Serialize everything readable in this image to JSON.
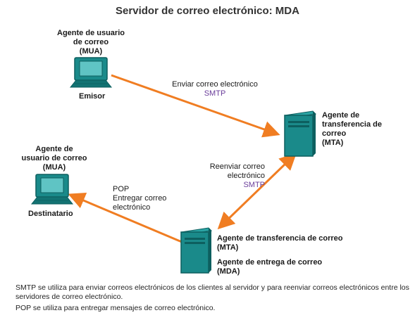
{
  "title": "Servidor de correo electrónico: MDA",
  "nodes": {
    "sender": {
      "label_lines": [
        "Agente de usuario",
        "de correo",
        "(MUA)"
      ],
      "caption": "Emisor",
      "icon": "computer-icon"
    },
    "receiver": {
      "label_lines": [
        "Agente de",
        "usuario de correo",
        "(MUA)"
      ],
      "caption": "Destinatario",
      "icon": "computer-icon"
    },
    "mta_top": {
      "label_lines": [
        "Agente de",
        "transferencia de",
        "correo",
        "(MTA)"
      ],
      "icon": "server-icon"
    },
    "mta_mda": {
      "mta_lines": [
        "Agente de transferencia de correo",
        "(MTA)"
      ],
      "mda_lines": [
        "Agente de entrega de correo",
        "(MDA)"
      ],
      "icon": "server-icon"
    }
  },
  "edges": {
    "send": {
      "label": "Enviar correo electrónico",
      "protocol": "SMTP"
    },
    "relay": {
      "label_lines": [
        "Reenviar correo",
        "electrónico"
      ],
      "protocol": "SMTP"
    },
    "deliver": {
      "protocol": "POP",
      "label_lines": [
        "Entregar correo",
        "electrónico"
      ]
    }
  },
  "notes": [
    "SMTP se utiliza para enviar correos electrónicos de los clientes al servidor y para reenviar correos electrónicos entre los servidores de correo electrónico.",
    "POP se utiliza para entregar mensajes de correo electrónico."
  ],
  "colors": {
    "arrow": "#f07d22",
    "device": "#1a8a8a",
    "device_dark": "#0d5f5f",
    "protocol": "#6a3d9a"
  }
}
